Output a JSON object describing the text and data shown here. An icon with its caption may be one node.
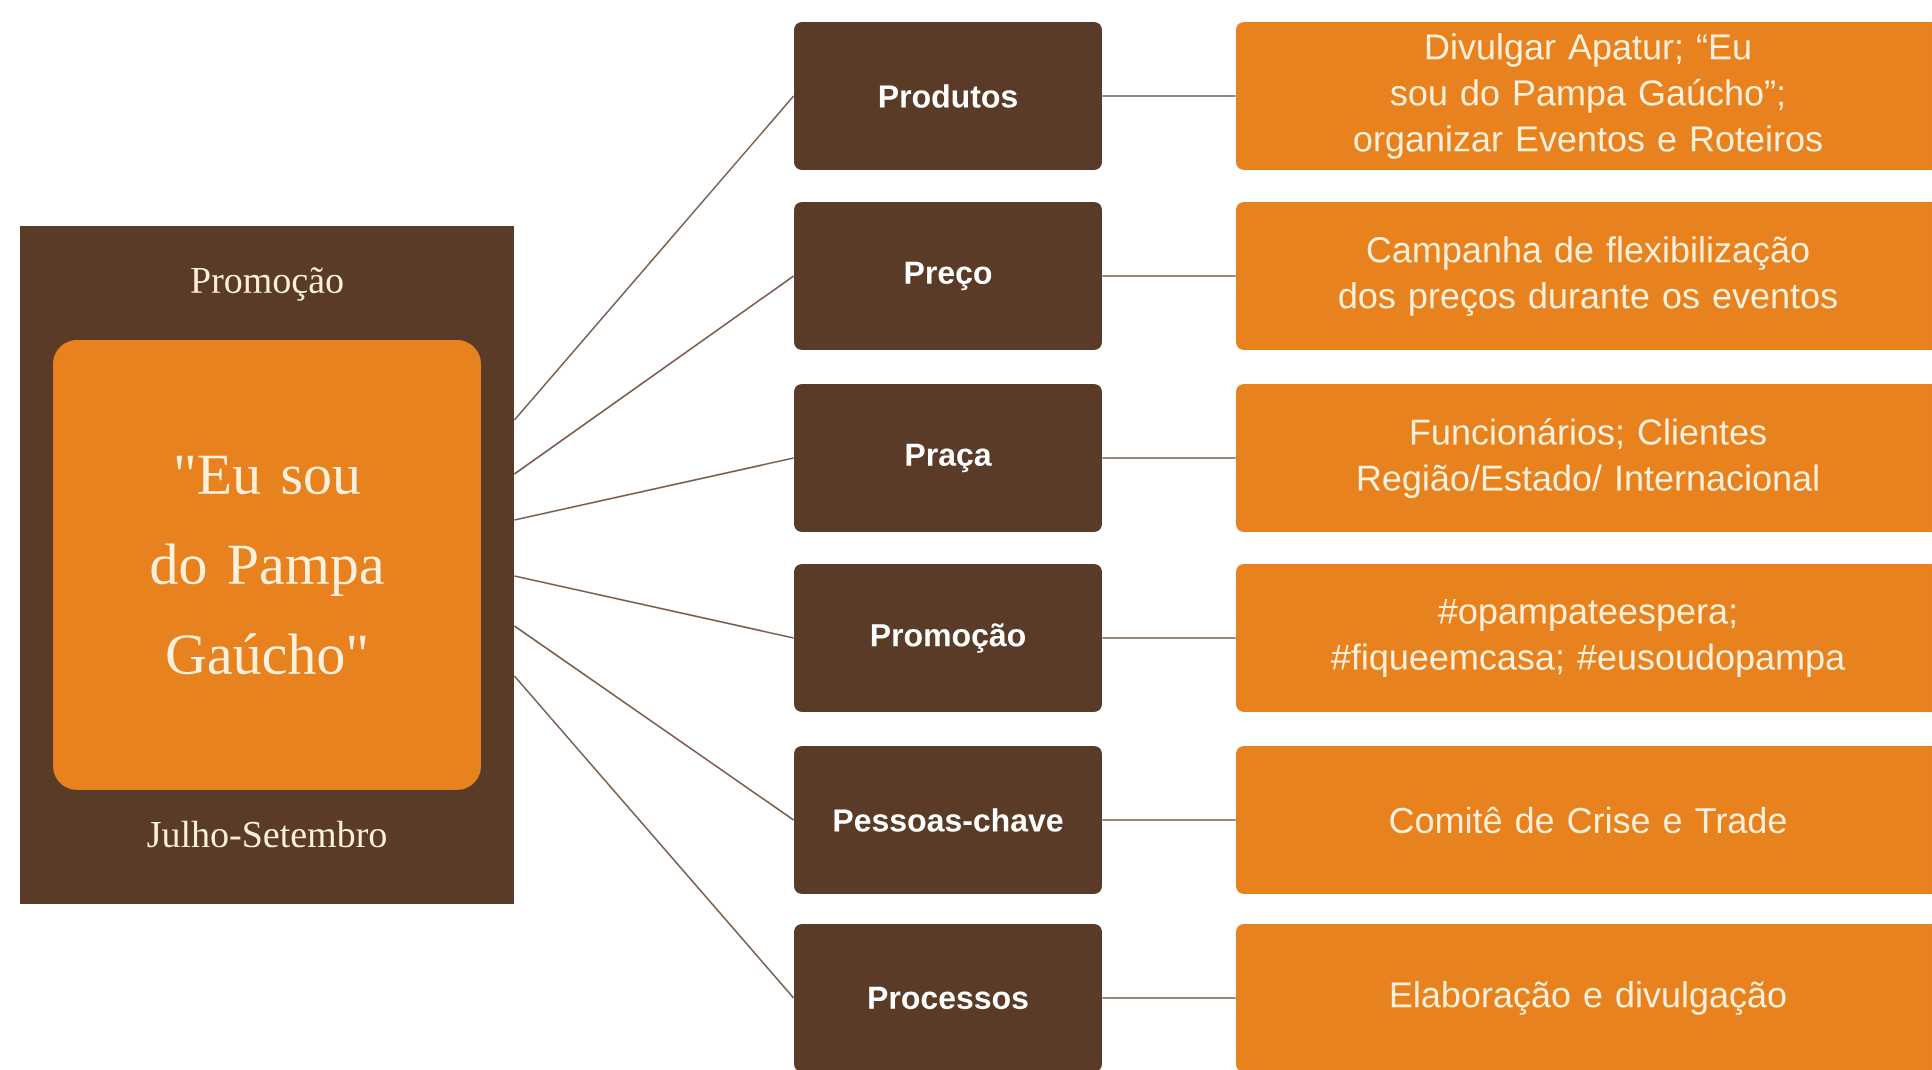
{
  "diagram": {
    "nodes": [
      {
        "text": [
          "Promoção",
          "Julho-Setembro"
        ]
      },
      {
        "text": [
          "\"Eu sou do Pampa Gaúcho\""
        ],
        "in": 0
      },
      {
        "text": [
          "Produtos"
        ]
      },
      {
        "text": [
          "Divulgar Apatur; “Eu sou do Pampa Gaúcho”; organizar Eventos e Roteiros"
        ]
      },
      {
        "text": [
          "Preço"
        ]
      },
      {
        "text": [
          "Campanha de flexibilização dos preços durante os eventos"
        ]
      },
      {
        "text": [
          "Praça"
        ]
      },
      {
        "text": [
          "Funcionários; Clientes Região/Estado/ Internacional"
        ]
      },
      {
        "text": [
          "Promoção"
        ]
      },
      {
        "text": [
          "#opampateespera; #fiqueemcasa; #eusoudopampa"
        ]
      },
      {
        "text": [
          "Pessoas-chave"
        ]
      },
      {
        "text": [
          "Comitê de Crise e Trade"
        ]
      },
      {
        "text": [
          "Processos"
        ]
      },
      {
        "text": [
          "Elaboração e divulgação"
        ]
      }
    ],
    "edges": [
      {
        "from": 0,
        "to": 2,
        "arrow": "none"
      },
      {
        "from": 0,
        "to": 4,
        "arrow": "none"
      },
      {
        "from": 0,
        "to": 6,
        "arrow": "none"
      },
      {
        "from": 0,
        "to": 8,
        "arrow": "none"
      },
      {
        "from": 0,
        "to": 10,
        "arrow": "none"
      },
      {
        "from": 0,
        "to": 12,
        "arrow": "none"
      },
      {
        "from": 2,
        "to": 3,
        "arrow": "none"
      },
      {
        "from": 4,
        "to": 5,
        "arrow": "none"
      },
      {
        "from": 6,
        "to": 7,
        "arrow": "none"
      },
      {
        "from": 8,
        "to": 9,
        "arrow": "none"
      },
      {
        "from": 10,
        "to": 11,
        "arrow": "none"
      },
      {
        "from": 12,
        "to": 13,
        "arrow": "none"
      }
    ]
  }
}
